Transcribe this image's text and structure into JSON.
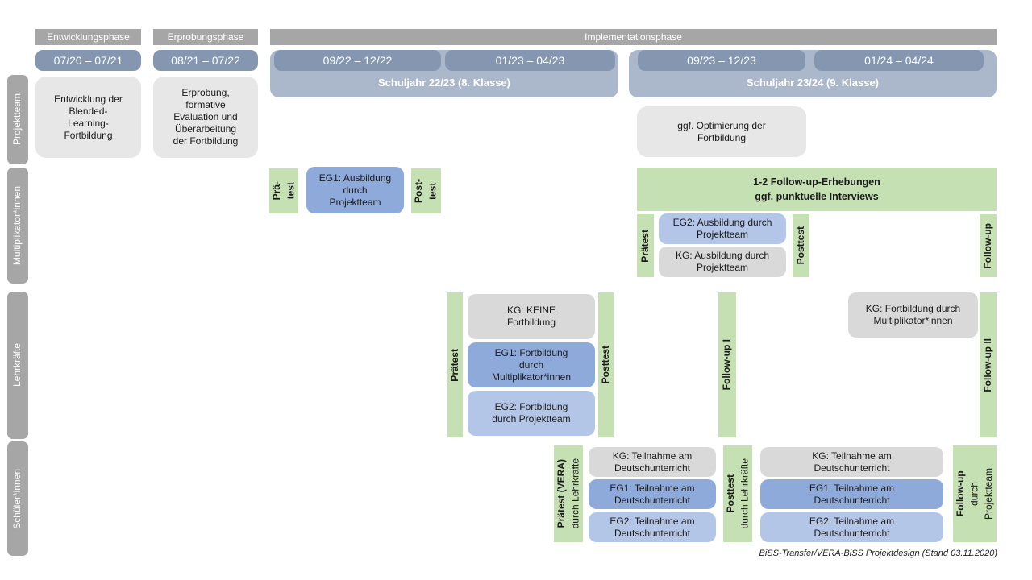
{
  "caption": "BiSS-Transfer/VERA-BiSS Projektdesign (Stand 03.11.2020)",
  "colors": {
    "phase_bar": "#a6a6a6",
    "date_bar": "#8496b0",
    "year_bar": "#abb8cb",
    "row_label": "#a6a6a6",
    "green": "#c5e0b3",
    "blue_medium": "#8eaadb",
    "blue_light": "#b4c6e7",
    "gray_box": "#d9d9d9",
    "light_gray_box": "#e8e7e7"
  },
  "phases": {
    "entwicklung": "Entwicklungsphase",
    "erprobung": "Erprobungsphase",
    "implementation": "Implementationsphase"
  },
  "dates": {
    "d1": "07/20 – 07/21",
    "d2": "08/21 – 07/22",
    "d3": "09/22 – 12/22",
    "d4": "01/23 – 04/23",
    "d5": "09/23 – 12/23",
    "d6": "01/24 – 04/24"
  },
  "school_years": {
    "y1": "Schuljahr 22/23 (8. Klasse)",
    "y2": "Schuljahr 23/24 (9. Klasse)"
  },
  "row_labels": {
    "projektteam": "Projektteam",
    "multiplikator": "Multiplikator*innen",
    "lehrkraefte": "Lehrkräfte",
    "schueler": "Schüler*innen"
  },
  "projektteam": {
    "entwicklung": "Entwicklung der\nBlended-\nLearning-\nFortbildung",
    "erprobung": "Erprobung,\nformative\nEvaluation und\nÜberarbeitung\nder Fortbildung",
    "optimierung": "ggf. Optimierung der\nFortbildung"
  },
  "multiplikator": {
    "praetest_l1": "Prä-",
    "praetest_l2": "test",
    "eg1": "EG1: Ausbildung\ndurch\nProjektteam",
    "posttest_l1": "Post-",
    "posttest_l2": "test",
    "followup_bar": "1-2 Follow-up-Erhebungen\nggf. punktuelle Interviews",
    "praetest2": "Prätest",
    "eg2": "EG2: Ausbildung durch\nProjektteam",
    "kg": "KG: Ausbildung durch\nProjektteam",
    "posttest2": "Posttest",
    "followup": "Follow-up"
  },
  "lehrkraefte": {
    "praetest": "Prätest",
    "kg": "KG: KEINE\nFortbildung",
    "eg1": "EG1: Fortbildung\ndurch\nMultiplikator*innen",
    "eg2": "EG2: Fortbildung\ndurch Projektteam",
    "posttest": "Posttest",
    "followup1": "Follow-up I",
    "kg2": "KG: Fortbildung durch\nMultiplikator*innen",
    "followup2": "Follow-up II"
  },
  "schueler": {
    "praetest_main": "Prätest (VERA)",
    "praetest_sub": "durch Lehrkräfte",
    "kg1": "KG: Teilnahme am\nDeutschunterricht",
    "eg1_1": "EG1: Teilnahme am\nDeutschunterricht",
    "eg2_1": "EG2: Teilnahme am\nDeutschunterricht",
    "posttest_main": "Posttest",
    "posttest_sub": "durch Lehrkräfte",
    "kg2": "KG: Teilnahme am\nDeutschunterricht",
    "eg1_2": "EG1: Teilnahme am\nDeutschunterricht",
    "eg2_2": "EG2: Teilnahme am\nDeutschunterricht",
    "followup_main": "Follow-up",
    "followup_sub1": "durch",
    "followup_sub2": "Projektteam"
  }
}
